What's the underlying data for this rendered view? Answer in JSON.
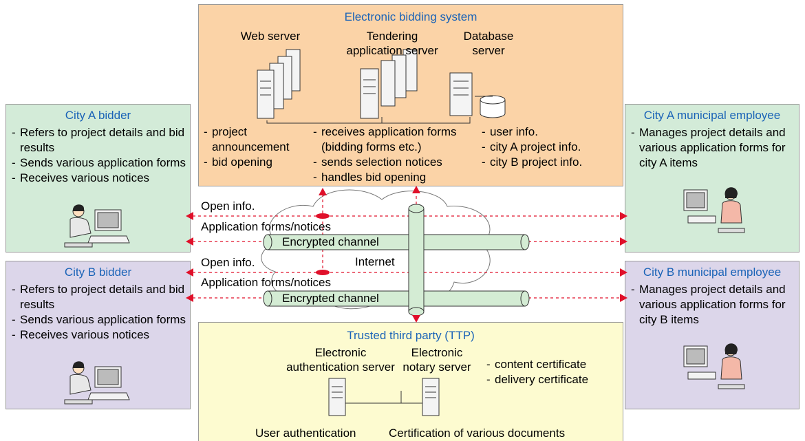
{
  "ebs": {
    "title": "Electronic bidding system",
    "web_server": {
      "label": "Web server",
      "items": [
        "project announcement",
        "bid opening"
      ]
    },
    "tendering_server": {
      "label_1": "Tendering",
      "label_2": "application server",
      "items": [
        "receives application forms (bidding forms etc.)",
        "sends selection notices",
        "handles bid opening"
      ]
    },
    "db_server": {
      "label_1": "Database",
      "label_2": "server",
      "items": [
        "user info.",
        "city A project info.",
        "city B project info."
      ]
    }
  },
  "city_a_bidder": {
    "title": "City A bidder",
    "items": [
      "Refers to project details and bid results",
      "Sends various application forms",
      "Receives various notices"
    ]
  },
  "city_b_bidder": {
    "title": "City B bidder",
    "items": [
      "Refers to project details and bid results",
      "Sends various application forms",
      "Receives various notices"
    ]
  },
  "city_a_employee": {
    "title": "City A municipal employee",
    "items": [
      "Manages project details and various application forms for city A items"
    ]
  },
  "city_b_employee": {
    "title": "City B municipal employee",
    "items": [
      "Manages project details and various application forms for city B items"
    ]
  },
  "network": {
    "open_info": "Open info.",
    "app_forms": "Application forms/notices",
    "encrypted": "Encrypted channel",
    "internet": "Internet"
  },
  "ttp": {
    "title": "Trusted third party (TTP)",
    "auth_server_1": "Electronic",
    "auth_server_2": "authentication server",
    "notary_server_1": "Electronic",
    "notary_server_2": "notary server",
    "certs": [
      "content certificate",
      "delivery certificate"
    ],
    "user_auth": "User authentication",
    "cert_docs": "Certification of various documents"
  },
  "colors": {
    "ebs_bg": "#fbd3a7",
    "city_a_bg": "#d3ebd8",
    "city_b_bg": "#dcd6ea",
    "ttp_bg": "#fdfbd0",
    "title_blue": "#1a63b7",
    "arrow_red": "#e0102a",
    "tube": "#d4ecd4"
  }
}
